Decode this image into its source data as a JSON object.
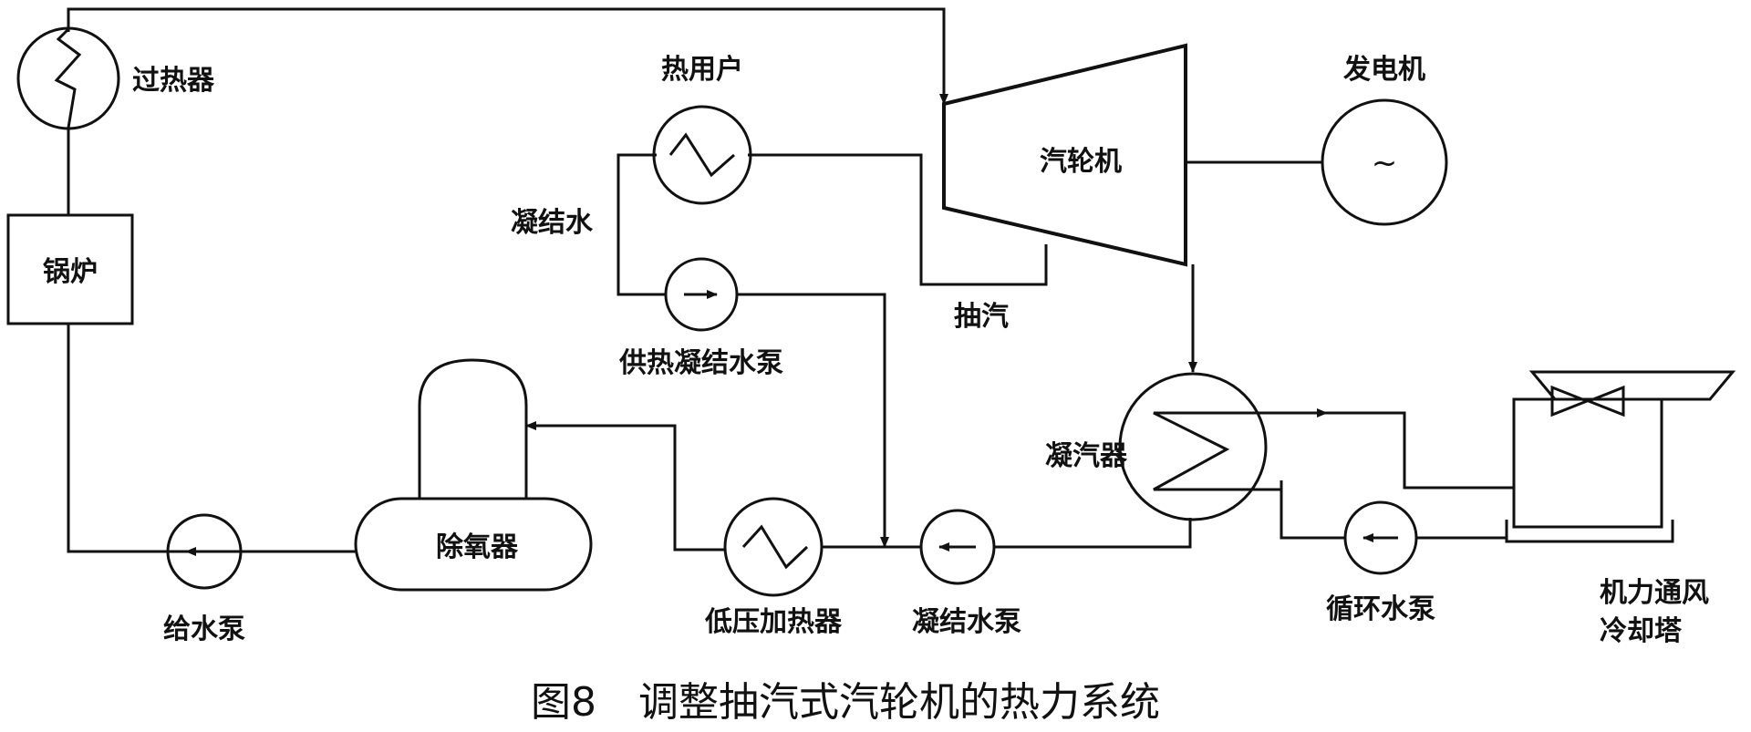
{
  "labels": {
    "superheater": "过热器",
    "boiler": "锅炉",
    "heat_user": "热用户",
    "condensate_water": "凝结水",
    "heating_condensate_pump": "供热凝结水泵",
    "turbine": "汽轮机",
    "extraction": "抽汽",
    "generator": "发电机",
    "generator_symbol": "~",
    "condenser": "凝汽器",
    "deaerator": "除氧器",
    "feed_pump": "给水泵",
    "lp_heater": "低压加热器",
    "condensate_pump": "凝结水泵",
    "circulating_pump": "循环水泵",
    "cooling_tower_line1": "机力通风",
    "cooling_tower_line2": "冷却塔"
  },
  "caption": {
    "figure_no": "图8",
    "title": "调整抽汽式汽轮机的热力系统"
  }
}
